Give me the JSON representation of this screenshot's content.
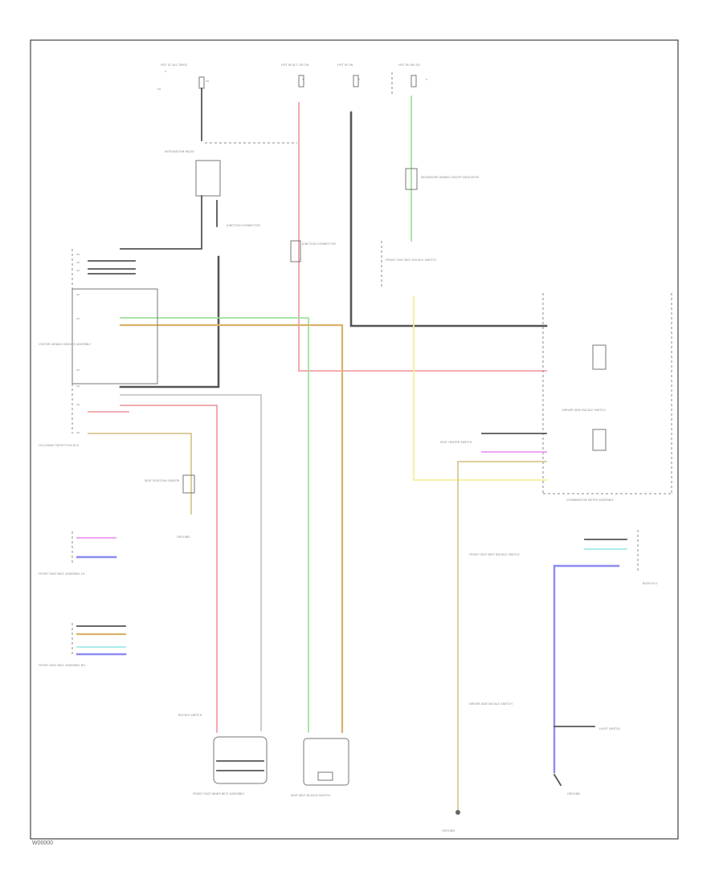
{
  "diagram": {
    "code": "W00000",
    "components": {
      "fuse_top_1": "HOT AT ALL TIMES",
      "fuse_top_2": "HOT IN ACC OR ON",
      "fuse_top_3": "HOT IN ON",
      "fuse_top_4": "HOT IN ON (IG)",
      "relay_left": "INTEGRATION RELAY",
      "junction_left": "JUNCTION CONNECTOR",
      "junction_mid": "JUNCTION CONNECTOR",
      "module_left": "CENTER AIRBAG SENSOR ASSEMBLY",
      "module_left2": "OCCUPANT DETECTION ECU",
      "seat_sensor": "SEAT POSITION SENSOR",
      "ground_left": "GROUND",
      "module_left3": "FRONT SEAT BELT ASSEMBLY LH",
      "module_left4": "FRONT SEAT BELT ASSEMBLY RH",
      "heater_switch": "SEAT HEATER SWITCH",
      "indicator": "PASSENGER AIRBAG ON/OFF INDICATOR",
      "meter": "COMBINATION METER ASSEMBLY",
      "buckle_sw": "BUCKLE SWITCH",
      "buckle_sw2": "DRIVER SIDE BUCKLE SWITCH",
      "front_seat": "FRONT SEAT BELT BUCKLE SWITCH",
      "ground_mid": "GROUND",
      "right_module": "BODY ECU",
      "ground_right": "GROUND",
      "connector_bottom_1": "FRONT SEAT INNER BELT ASSEMBLY",
      "connector_bottom_2": "SEAT BELT BUCKLE SWITCH",
      "ground_bottom": "GROUND",
      "right_sw": "LIGHT SWITCH"
    },
    "wire_labels": {
      "red": "R",
      "green": "G",
      "yellow": "Y",
      "black": "B",
      "orange": "O",
      "violet": "V",
      "pink": "P",
      "gray": "GR",
      "cyan": "LB",
      "white": "W"
    },
    "colors": {
      "black": "#555555",
      "red": "#f2a0a8",
      "green": "#9fe39a",
      "yellow": "#f3ef9a",
      "orange": "#d9b36a",
      "gray": "#c8c8c8",
      "pink": "#ee99ee",
      "violet": "#8c8cf0",
      "cyan": "#9fe8e8"
    }
  }
}
